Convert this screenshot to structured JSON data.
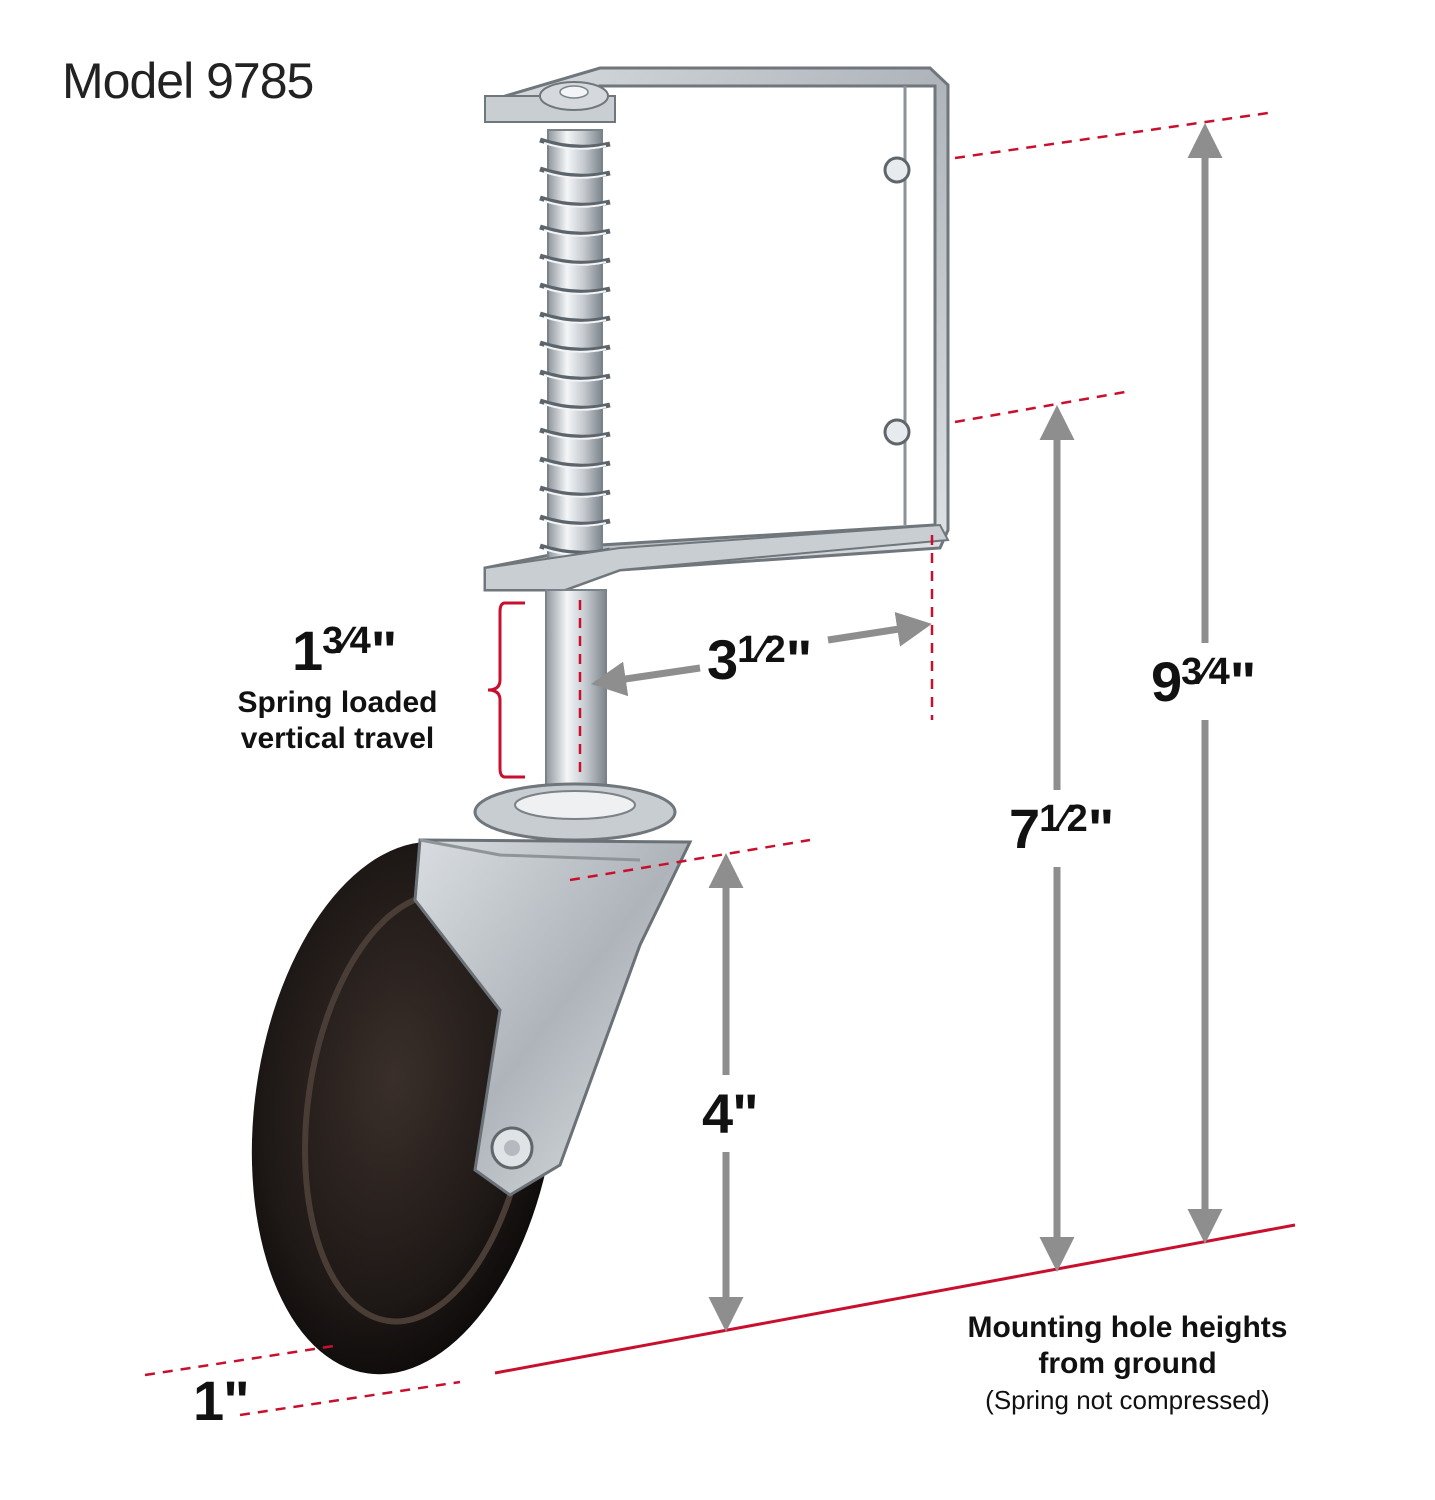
{
  "model_title": "Model 9785",
  "dimensions": {
    "travel": {
      "whole": "1",
      "fraction": "3⁄4",
      "unit": "\""
    },
    "offset": {
      "whole": "3",
      "fraction": "1⁄2",
      "unit": "\""
    },
    "top_hole": {
      "whole": "9",
      "fraction": "3⁄4",
      "unit": "\""
    },
    "bottom_hole": {
      "whole": "7",
      "fraction": "1⁄2",
      "unit": "\""
    },
    "wheel_height": "4\"",
    "wheel_offset": "1\""
  },
  "notes": {
    "travel_line1": "Spring loaded",
    "travel_line2": "vertical travel",
    "mounting_line1": "Mounting hole heights",
    "mounting_line2": "from ground",
    "mounting_line3": "(Spring not compressed)"
  },
  "colors": {
    "dashed_reference": "#c8102e",
    "dimension_arrow": "#8e8e8e",
    "text": "#111111"
  }
}
